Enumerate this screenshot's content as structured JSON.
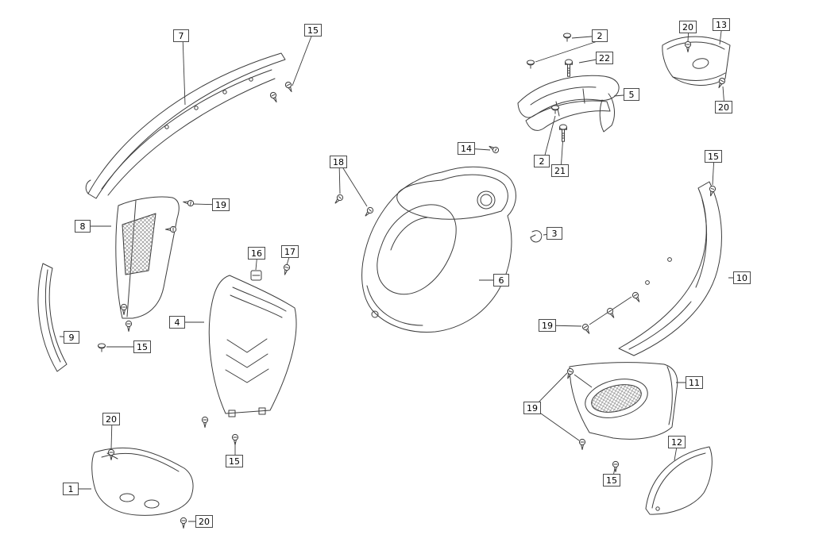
{
  "diagram": {
    "type": "exploded-parts-diagram",
    "colors": {
      "background": "#ffffff",
      "line": "#3d3d3d",
      "callout_border": "#4a4a4a"
    },
    "callouts": [
      {
        "label": "7"
      },
      {
        "label": "15"
      },
      {
        "label": "2"
      },
      {
        "label": "22"
      },
      {
        "label": "20"
      },
      {
        "label": "13"
      },
      {
        "label": "5"
      },
      {
        "label": "20"
      },
      {
        "label": "14"
      },
      {
        "label": "2"
      },
      {
        "label": "21"
      },
      {
        "label": "18"
      },
      {
        "label": "15"
      },
      {
        "label": "19"
      },
      {
        "label": "8"
      },
      {
        "label": "3"
      },
      {
        "label": "16"
      },
      {
        "label": "17"
      },
      {
        "label": "6"
      },
      {
        "label": "10"
      },
      {
        "label": "4"
      },
      {
        "label": "9"
      },
      {
        "label": "15"
      },
      {
        "label": "19"
      },
      {
        "label": "11"
      },
      {
        "label": "19"
      },
      {
        "label": "20"
      },
      {
        "label": "15"
      },
      {
        "label": "12"
      },
      {
        "label": "15"
      },
      {
        "label": "1"
      },
      {
        "label": "20"
      }
    ]
  }
}
